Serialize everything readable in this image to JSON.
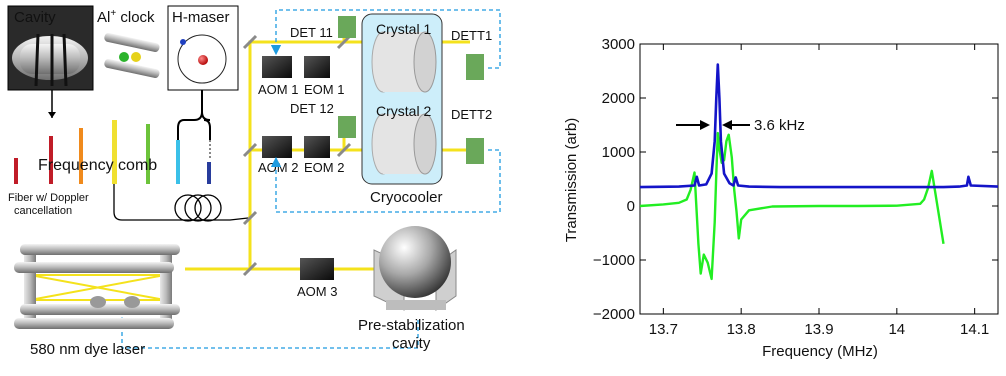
{
  "diagram": {
    "cavity_label": "Cavity",
    "al_clock_label": "Al",
    "al_clock_suffix": " clock",
    "hmaser_label": "H-maser",
    "freq_comb_label": "Frequency comb",
    "fiber_label_1": "Fiber w/ Doppler",
    "fiber_label_2": "cancellation",
    "det11_label": "DET 11",
    "det12_label": "DET 12",
    "dett1_label": "DETT1",
    "dett2_label": "DETT2",
    "crystal1_label": "Crystal 1",
    "crystal2_label": "Crystal 2",
    "cryocooler_label": "Cryocooler",
    "aom1_label": "AOM 1",
    "eom1_label": "EOM 1",
    "aom2_label": "AOM 2",
    "eom2_label": "EOM 2",
    "aom3_label": "AOM 3",
    "dye_laser_label": "580 nm dye laser",
    "prestab_label_1": "Pre-stabilization",
    "prestab_label_2": "cavity",
    "colors": {
      "beam": "#f4e21c",
      "feedback": "#1e9be0",
      "det": "#6aa85a",
      "cryocooler_fill": "#cdeefa"
    }
  },
  "chart_data": {
    "type": "line",
    "xlabel": "Frequency (MHz)",
    "ylabel": "Transmission (arb)",
    "xlim": [
      13.67,
      14.13
    ],
    "ylim": [
      -2000,
      3000
    ],
    "xticks": [
      13.7,
      13.8,
      13.9,
      14,
      14.1
    ],
    "xtick_labels": [
      "13.7",
      "13.8",
      "13.9",
      "14",
      "14.1"
    ],
    "yticks": [
      -2000,
      -1000,
      0,
      1000,
      2000,
      3000
    ],
    "ytick_labels": [
      "−2000",
      "−1000",
      "0",
      "1000",
      "2000",
      "3000"
    ],
    "annotation": "3.6 kHz",
    "series": [
      {
        "color": "#1414c8",
        "x": [
          13.67,
          13.72,
          13.74,
          13.743,
          13.746,
          13.755,
          13.762,
          13.766,
          13.768,
          13.77,
          13.772,
          13.774,
          13.778,
          13.785,
          13.79,
          13.793,
          13.796,
          13.81,
          13.85,
          13.9,
          13.95,
          14.0,
          14.06,
          14.08,
          14.09,
          14.092,
          14.095,
          14.13
        ],
        "values": [
          350,
          360,
          380,
          540,
          380,
          400,
          600,
          1200,
          2000,
          2620,
          2000,
          1200,
          600,
          420,
          380,
          530,
          380,
          360,
          350,
          350,
          350,
          350,
          350,
          360,
          380,
          540,
          380,
          360
        ]
      },
      {
        "color": "#22ee22",
        "x": [
          13.67,
          13.7,
          13.72,
          13.73,
          13.735,
          13.74,
          13.745,
          13.748,
          13.752,
          13.757,
          13.762,
          13.766,
          13.768,
          13.77,
          13.772,
          13.775,
          13.778,
          13.781,
          13.784,
          13.788,
          13.791,
          13.794,
          13.797,
          13.8,
          13.81,
          13.84,
          13.9,
          13.95,
          14.0,
          14.03,
          14.035,
          14.04,
          14.045,
          14.06
        ],
        "values": [
          0,
          30,
          60,
          120,
          300,
          620,
          -700,
          -1250,
          -900,
          -1050,
          -1350,
          -300,
          600,
          1350,
          1050,
          800,
          850,
          1200,
          1320,
          900,
          300,
          -100,
          -600,
          -250,
          -80,
          -10,
          0,
          0,
          5,
          40,
          120,
          330,
          650,
          -700
        ]
      }
    ]
  }
}
